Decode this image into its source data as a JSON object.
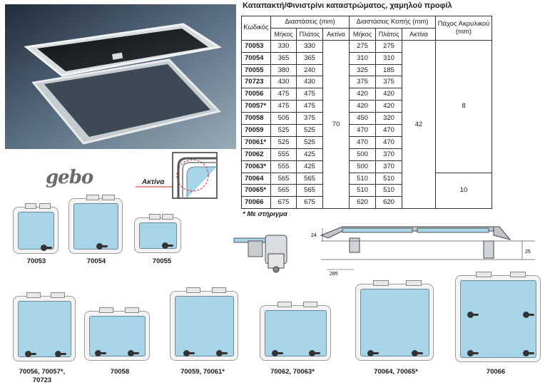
{
  "title": "Καταπακτή/Φινιστρίνι καταστρώματος, χαμηλού προφίλ",
  "table": {
    "headers": {
      "code": "Κωδικός",
      "dims": "Διαστάσεις (mm)",
      "cut": "Διαστάσεις Κοπής (mm)",
      "acrylic": "Πάχος Ακρυλικού (mm)",
      "length": "Μήκος",
      "width": "Πλάτος",
      "radius": "Ακτίνα"
    },
    "rows": [
      {
        "code": "70053",
        "len": "330",
        "wid": "330",
        "cl": "275",
        "cw": "275"
      },
      {
        "code": "70054",
        "len": "365",
        "wid": "365",
        "cl": "310",
        "cw": "310"
      },
      {
        "code": "70055",
        "len": "380",
        "wid": "240",
        "cl": "325",
        "cw": "185"
      },
      {
        "code": "70723",
        "len": "430",
        "wid": "430",
        "cl": "375",
        "cw": "375"
      },
      {
        "code": "70056",
        "len": "475",
        "wid": "475",
        "cl": "420",
        "cw": "420"
      },
      {
        "code": "70057*",
        "len": "475",
        "wid": "475",
        "cl": "420",
        "cw": "420"
      },
      {
        "code": "70058",
        "len": "505",
        "wid": "375",
        "cl": "450",
        "cw": "320"
      },
      {
        "code": "70059",
        "len": "525",
        "wid": "525",
        "cl": "470",
        "cw": "470"
      },
      {
        "code": "70061*",
        "len": "525",
        "wid": "525",
        "cl": "470",
        "cw": "470"
      },
      {
        "code": "70062",
        "len": "555",
        "wid": "425",
        "cl": "500",
        "cw": "370"
      },
      {
        "code": "70063*",
        "len": "555",
        "wid": "425",
        "cl": "500",
        "cw": "370"
      },
      {
        "code": "70064",
        "len": "565",
        "wid": "565",
        "cl": "510",
        "cw": "510"
      },
      {
        "code": "70065*",
        "len": "565",
        "wid": "565",
        "cl": "510",
        "cw": "510"
      },
      {
        "code": "70066",
        "len": "675",
        "wid": "675",
        "cl": "620",
        "cw": "620"
      }
    ],
    "radius_dims": "70",
    "radius_cut": "42",
    "acrylic_a": "8",
    "acrylic_b": "10"
  },
  "note": "* Με στήριγμα",
  "logo_text": "gebo",
  "aktina_label": "Ακτίνα",
  "profile_dims": {
    "h1": "24",
    "h2": "25",
    "w1": "285"
  },
  "captions": {
    "c70053": "70053",
    "c70054": "70054",
    "c70055": "70055",
    "c70056a": "70056, 70057*,",
    "c70056b": "70723",
    "c70058": "70058",
    "c70059": "70059, 70061*",
    "c70062": "70062, 70063*",
    "c70064": "70064, 70065*",
    "c70066": "70066"
  },
  "colors": {
    "glass": "#a8d4ea",
    "frame": "#f4f4f4",
    "line": "#333333",
    "accent": "#cc2222"
  }
}
